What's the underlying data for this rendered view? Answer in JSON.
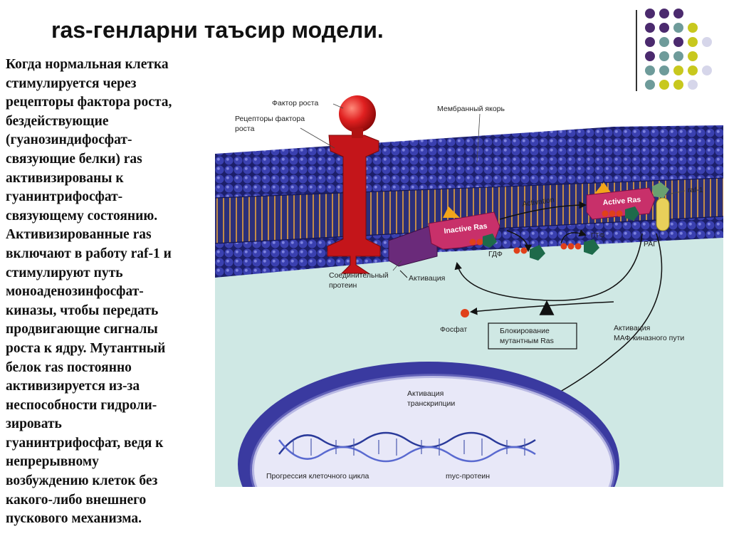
{
  "title": "ras-генларни таъсир модели.",
  "body_text": "Когда нормальная клетка\nстимулируется через\nрецепторы фактора роста,\nбездействующие\n(гуанозиндифосфат-\nсвязующие белки)  ras\nактивизированы к\nгуанинтрифосфат-\nсвязующему состоянию.\nАктивизированные ras\nвключают в работу raf-1 и\nстимулируют путь\nмоноаденозинфосфат-\nкиназы, чтобы передать\nпродвигающие сигналы\nроста к ядру. Мутантный\nбелок ras постоянно\nактивизируется из-за\nнеспособности гидроли-\nзировать\nгуанинтрифосфат, ведя к\nнепрерывному\nвозбуждению клеток без\nкакого-либо внешнего\nпускового механизма.",
  "diagram": {
    "growth_factor": "Фактор роста",
    "receptor_line1": "Рецепторы фактора",
    "receptor_line2": "роста",
    "membrane_anchor": "Мембранный якорь",
    "raf1": "raf-1",
    "active_ras": "Active Ras",
    "inactive_ras": "Inactive Ras",
    "activation_en": "Activation",
    "gtp": "ГТФ",
    "gdp": "ГДФ",
    "rag": "РАГ",
    "connector_line1": "Соединительный",
    "connector_line2": "протеин",
    "activation_ru": "Активация",
    "phosphate": "Фосфат",
    "block_line1": "Блокирование",
    "block_line2": "мутантным Ras",
    "mapk_line1": "Активация",
    "mapk_line2": "МАФ-киназного пути",
    "transcription_line1": "Активация",
    "transcription_line2": "транскрипции",
    "cell_cycle": "Прогрессия клеточного цикла",
    "myc": "myc-протеин"
  },
  "colors": {
    "purple": "#4b2a6e",
    "teal": "#6e9b9a",
    "olive": "#c8c81e",
    "lavender": "#d6d6ea",
    "membrane_head": "#2a2f8f",
    "cytoplasm": "#cfe8e4",
    "nucleus": "#e8e8f8",
    "receptor": "#d61a1a"
  }
}
